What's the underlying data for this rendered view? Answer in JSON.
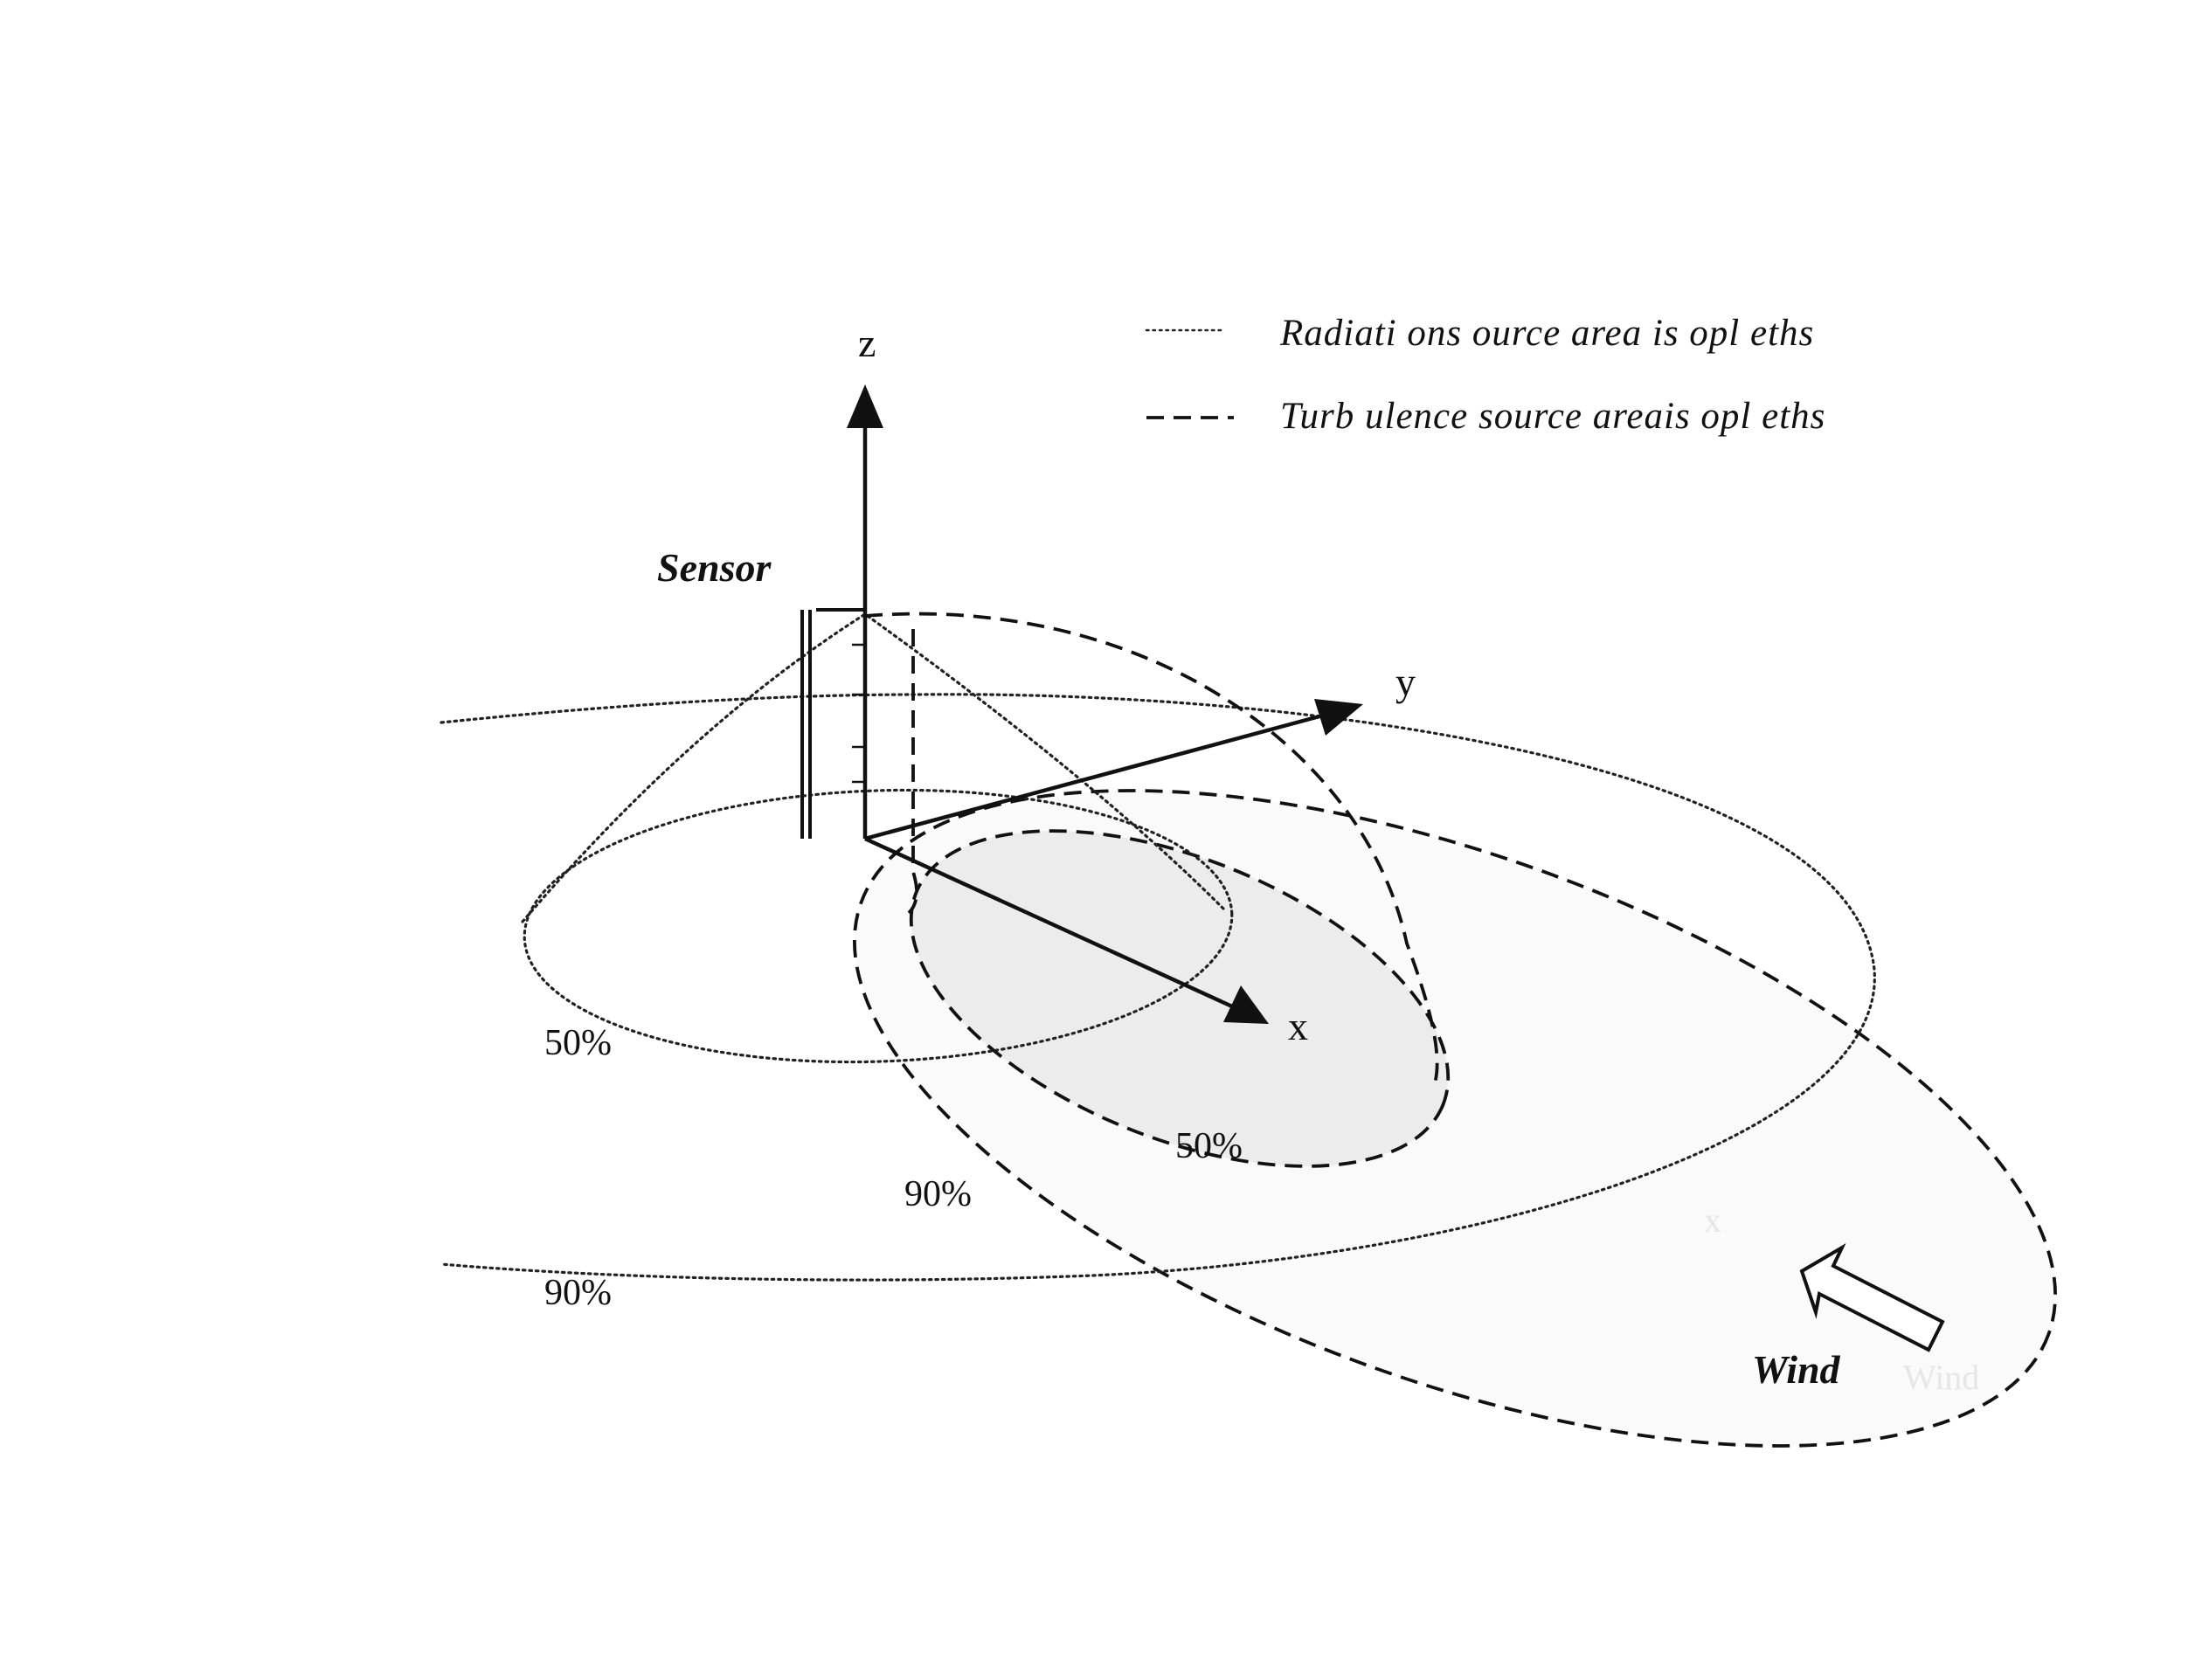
{
  "axes": {
    "z": "z",
    "y": "y",
    "x": "x"
  },
  "legend": {
    "radiation": "Radiati ons ource area is opl eths",
    "turbulence": "Turb ulence source areais opl eths"
  },
  "labels": {
    "sensor": "Sensor",
    "wind": "Wind",
    "wind_faint": "Wind",
    "x_faint": "x"
  },
  "contours": {
    "radiation_50": "50%",
    "radiation_90": "90%",
    "turbulence_50": "50%",
    "turbulence_90": "90%"
  },
  "colors": {
    "stroke": "#111111",
    "inner_fill": "#ececec",
    "outer_fill": "#fafafa"
  }
}
